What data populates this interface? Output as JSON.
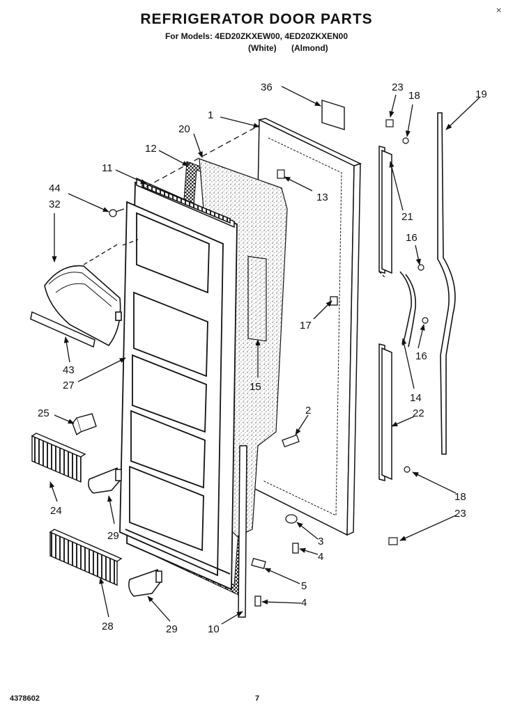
{
  "header": {
    "title": "REFRIGERATOR DOOR PARTS",
    "models": "For Models: 4ED20ZKXEW00, 4ED20ZKXEN00",
    "color_white": "(White)",
    "color_almond": "(Almond)",
    "close_mark": "×"
  },
  "callouts": {
    "c36": "36",
    "c23a": "23",
    "c18a": "18",
    "c19": "19",
    "c1": "1",
    "c20": "20",
    "c12": "12",
    "c11": "11",
    "c13": "13",
    "c44": "44",
    "c32": "32",
    "c21": "21",
    "c16a": "16",
    "c17": "17",
    "c16b": "16",
    "c43": "43",
    "c27": "27",
    "c15": "15",
    "c14": "14",
    "c25": "25",
    "c2": "2",
    "c22": "22",
    "c24": "24",
    "c29a": "29",
    "c18b": "18",
    "c23b": "23",
    "c3": "3",
    "c4a": "4",
    "c5": "5",
    "c4b": "4",
    "c28": "28",
    "c29b": "29",
    "c10": "10"
  },
  "footer": {
    "doc_number": "4378602",
    "page": "7"
  }
}
